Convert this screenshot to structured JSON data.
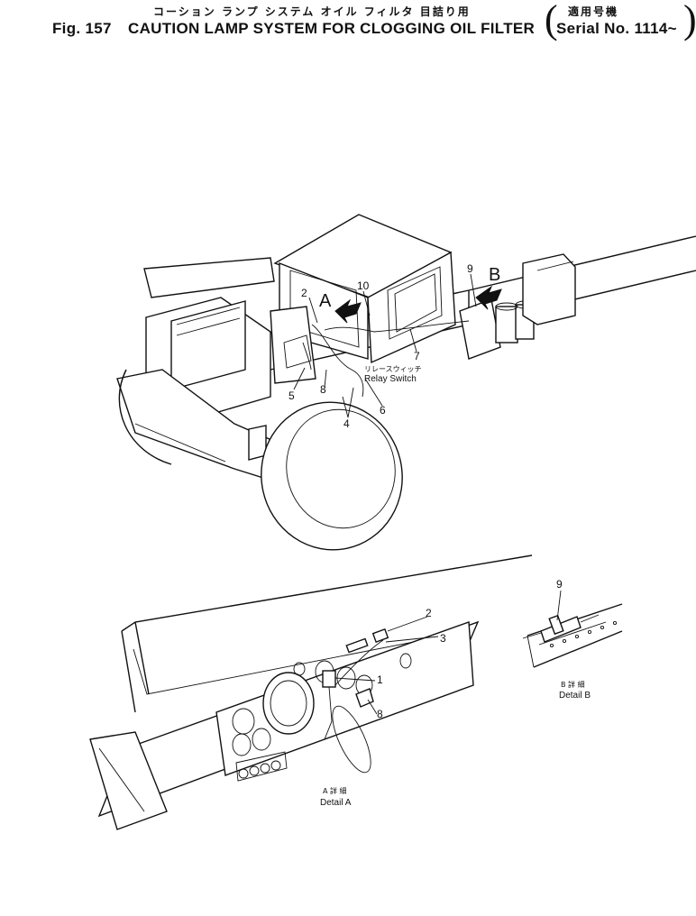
{
  "header": {
    "title_jp": "コーション ランプ システム オイル フィルタ 目詰り用",
    "serial_jp": "適用号機",
    "fig_label": "Fig. 157",
    "title_en": "CAUTION LAMP SYSTEM FOR CLOGGING OIL FILTER",
    "serial_en": "Serial No. 1114~"
  },
  "main_view": {
    "view_a": "A",
    "view_b": "B",
    "relay_jp": "リレースウィッチ",
    "relay_en": "Relay Switch",
    "callouts": [
      "2",
      "10",
      "9",
      "5",
      "8",
      "4",
      "6",
      "7"
    ]
  },
  "detail_a": {
    "caption_jp": "A 詳 細",
    "caption_en": "Detail A",
    "callouts": [
      "2",
      "3",
      "1",
      "8"
    ]
  },
  "detail_b": {
    "caption_jp": "B 詳 細",
    "caption_en": "Detail B",
    "callouts": [
      "9"
    ]
  }
}
